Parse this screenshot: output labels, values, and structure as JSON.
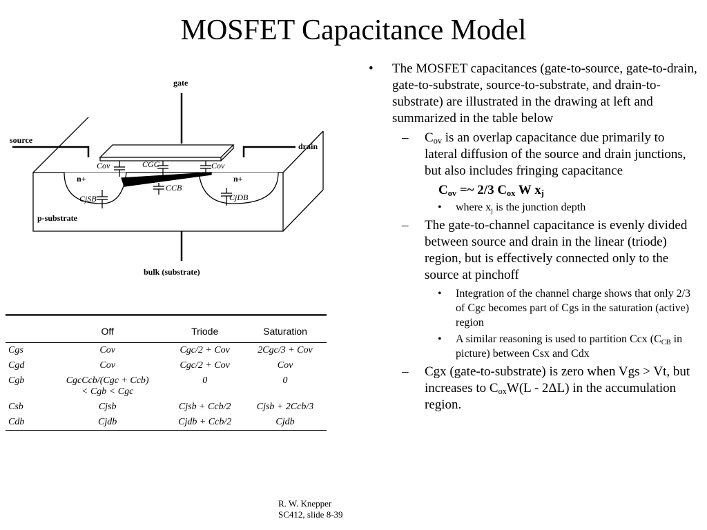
{
  "slide": {
    "title": "MOSFET Capacitance Model",
    "footer": {
      "author": "R. W. Knepper",
      "course": "SC412, slide 8-39"
    }
  },
  "diagram": {
    "labels": {
      "gate": "gate",
      "source": "source",
      "drain": "drain",
      "n_left": "n+",
      "n_right": "n+",
      "substrate": "p-substrate",
      "bulk": "bulk (substrate)",
      "cov_left": "Cov",
      "cgc": "CGC",
      "cov_right": "Cov",
      "ccb": "CCB",
      "cjsb": "CjSB",
      "cjdb": "CjDB"
    }
  },
  "table": {
    "headers": [
      "",
      "Off",
      "Triode",
      "Saturation"
    ],
    "rows": [
      {
        "sym": "Cgs",
        "off": "Cov",
        "triode": "Cgc/2 + Cov",
        "sat": "2Cgc/3 + Cov"
      },
      {
        "sym": "Cgd",
        "off": "Cov",
        "triode": "Cgc/2 + Cov",
        "sat": "Cov"
      },
      {
        "sym": "Cgb",
        "off": "CgcCcb/(Cgc + Ccb)",
        "off2": "< Cgb < Cgc",
        "triode": "0",
        "sat": "0"
      },
      {
        "sym": "Csb",
        "off": "Cjsb",
        "triode": "Cjsb + Ccb/2",
        "sat": "Cjsb + 2Ccb/3"
      },
      {
        "sym": "Cdb",
        "off": "Cjdb",
        "triode": "Cjdb + Ccb/2",
        "sat": "Cjdb"
      }
    ]
  },
  "bullets": {
    "b1": "The MOSFET capacitances (gate-to-source, gate-to-drain, gate-to-substrate, source-to-substrate, and drain-to-substrate) are illustrated in the drawing at left and summarized in the table below",
    "cov_item": {
      "c": "C",
      "sub": "ov",
      "text": " is an overlap capacitance due primarily to lateral diffusion of the source and drain junctions, but also includes fringing capacitance"
    },
    "formula": {
      "c1": "C",
      "s1": "ov",
      "mid": " =~ 2/3 C",
      "s2": "ox",
      "rest": " W x",
      "s3": "j"
    },
    "xj_item": {
      "a": "where x",
      "sub": "j",
      "b": " is the junction depth"
    },
    "gtc_item": "The gate-to-channel capacitance is evenly divided between source and drain in the linear (triode) region, but is effectively connected only to the source at pinchoff",
    "integration_item": "Integration of the channel charge shows that only 2/3 of Cgc becomes part of Cgs in the saturation (active) region",
    "similar_item": {
      "a": "A similar reasoning is used to partition Ccx (C",
      "sub": "CB",
      "b": " in picture) between Csx and Cdx"
    },
    "cgx_item": {
      "a": "Cgx (gate-to-substrate) is zero when Vgs > Vt, but increases to C",
      "sub": "ox",
      "b": "W(L - 2ΔL) in the accumulation region."
    },
    "markers": {
      "bullet": "•",
      "dash": "–",
      "small": "•"
    }
  }
}
